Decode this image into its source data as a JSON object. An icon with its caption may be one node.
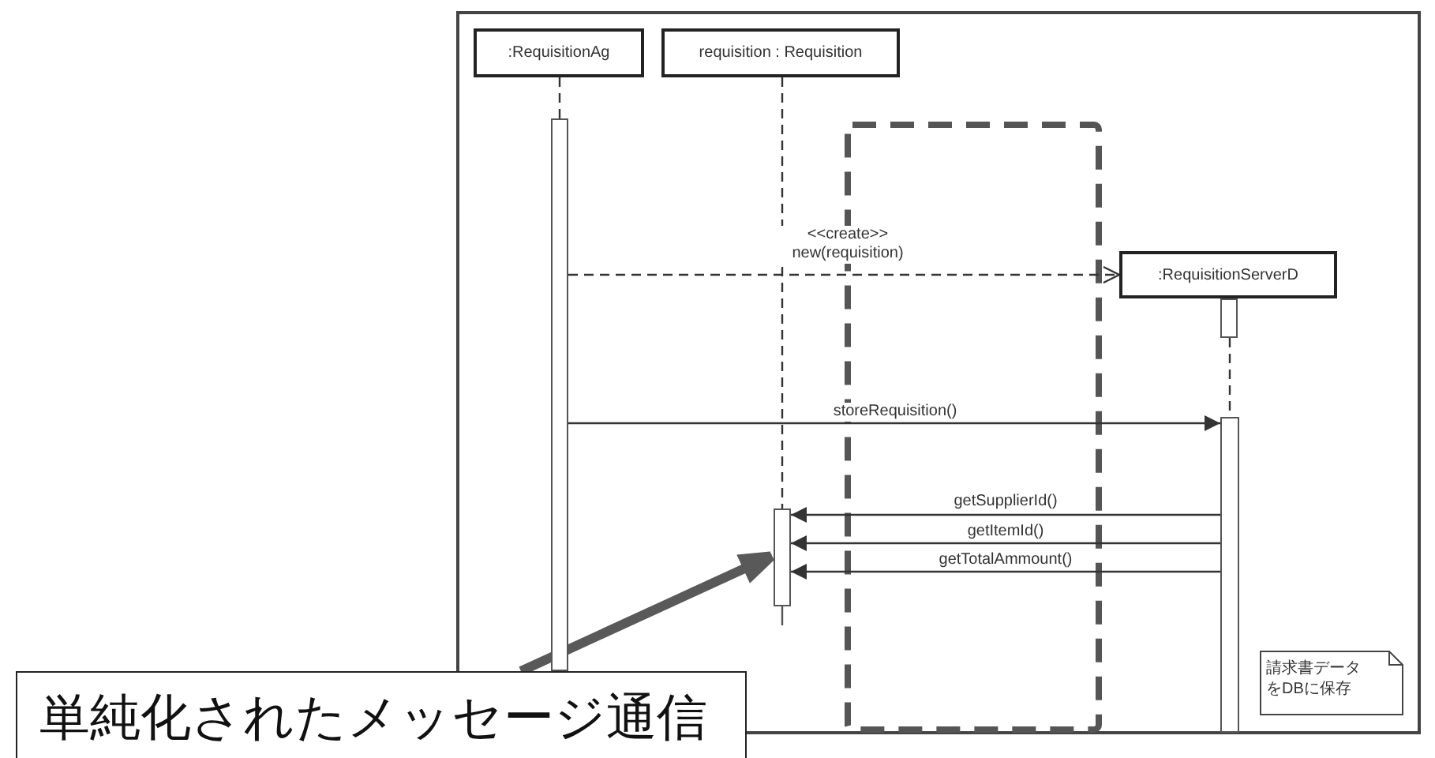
{
  "diagram": {
    "nodes": [
      {
        "text": [
          ":RequisitionAg"
        ]
      },
      {
        "text": [
          "requisition : Requisition"
        ]
      },
      {
        "text": [
          ":RequisitionServerD"
        ]
      },
      {
        "text": [],
        "shape": "bar"
      },
      {
        "text": [],
        "shape": "bar"
      },
      {
        "text": [],
        "shape": "bar"
      },
      {
        "text": [],
        "shape": "bar"
      },
      {
        "text": [
          "請求書データをDBに保存"
        ]
      },
      {
        "text": [
          "単純化されたメッセージ通信"
        ]
      }
    ],
    "edges": [
      {
        "from": 0,
        "to": 3,
        "arrow": "none",
        "style": "dashed"
      },
      {
        "from": 1,
        "to": 4,
        "arrow": "none",
        "style": "dashed"
      },
      {
        "from": 5,
        "to": 6,
        "arrow": "none",
        "style": "dashed"
      },
      {
        "from": 3,
        "to": 2,
        "arrow": "to",
        "style": "dashed",
        "label": "<<create>> new(requisition)"
      },
      {
        "from": 3,
        "to": 6,
        "arrow": "to",
        "label": "storeRequisition()"
      },
      {
        "from": 6,
        "to": 4,
        "arrow": "to",
        "label": "getSupplierId()"
      },
      {
        "from": 6,
        "to": 4,
        "arrow": "to",
        "label": "getItemId()"
      },
      {
        "from": 6,
        "to": 4,
        "arrow": "to",
        "label": "getTotalAmmount()"
      },
      {
        "from": 8,
        "to": 4,
        "arrow": "to",
        "style": "thick",
        "color": "#595959"
      }
    ]
  }
}
